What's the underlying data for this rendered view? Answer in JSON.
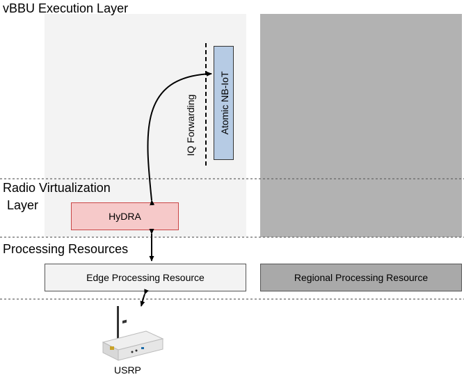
{
  "layers": {
    "vbbu": "vBBU Execution Layer",
    "radio_line1": "Radio Virtualization",
    "radio_line2": "Layer",
    "processing": "Processing Resources"
  },
  "boxes": {
    "nbiot": "Atomic NB-IoT",
    "iq_forwarding": "IQ Forwarding",
    "hydra": "HyDRA",
    "edge": "Edge Processing Resource",
    "regional": "Regional Processing Resource"
  },
  "device": {
    "label": "USRP"
  },
  "colors": {
    "edge_background": "#f3f3f3",
    "regional_background": "#b2b2b2",
    "hydra_fill": "#f6c9c9",
    "hydra_border": "#c94545",
    "nbiot_fill": "#b6cbe4"
  }
}
